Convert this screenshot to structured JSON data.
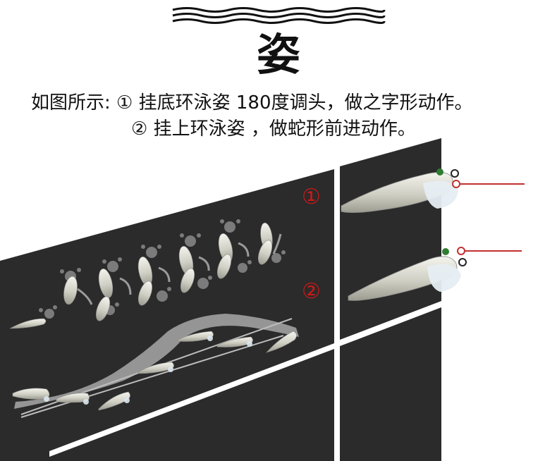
{
  "header": {
    "title": "姿"
  },
  "description": {
    "line1": "如图所示: ① 挂底环泳姿  180度调头，做之字形动作。",
    "line2": "② 挂上环泳姿  ，做蛇形前进动作。"
  },
  "markers": {
    "one": "①",
    "two": "②"
  },
  "colors": {
    "panel": "#2b2b2b",
    "marker": "#d01818",
    "line": "#c23030",
    "lure_body": "#d9d9cf",
    "lure_eye": "#2e7d32"
  },
  "icons": {
    "decorative_waves": "wave-lines-icon",
    "lure": "fishing-lure-icon",
    "splash": "water-splash-icon",
    "motion_arrow": "curved-arrow-icon"
  }
}
